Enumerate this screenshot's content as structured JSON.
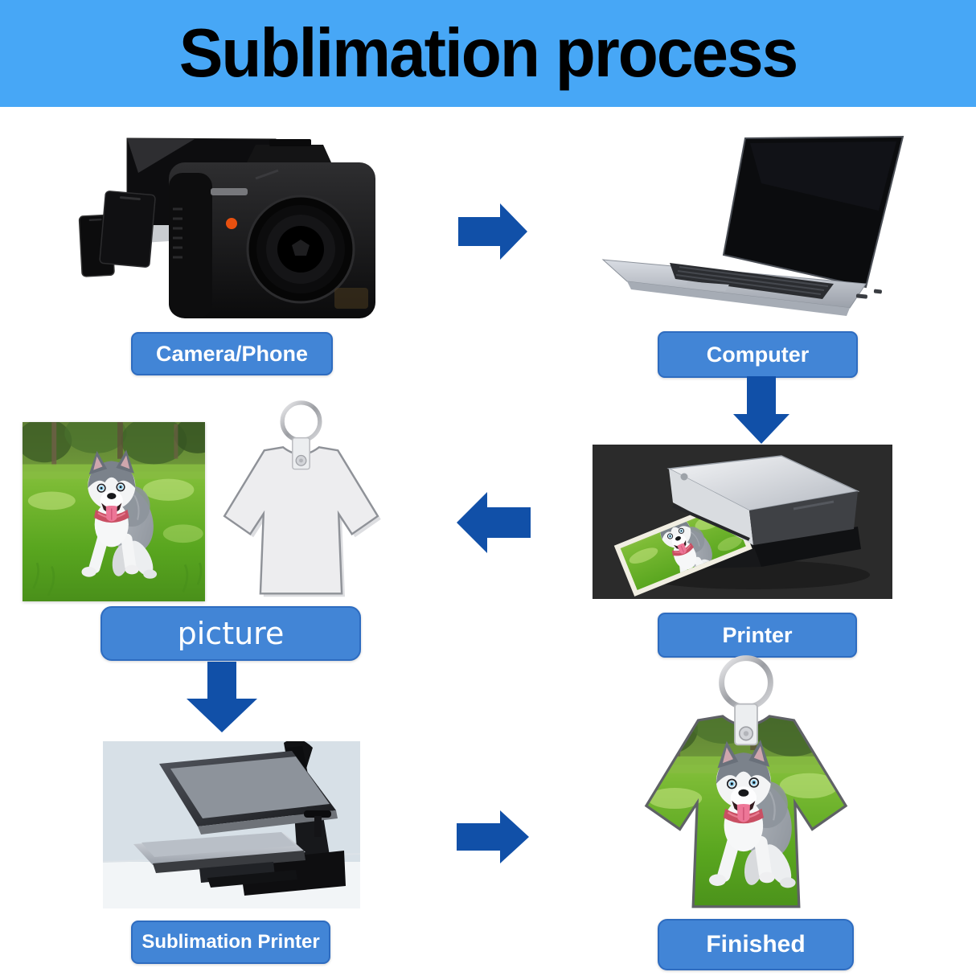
{
  "title": "Sublimation process",
  "colors": {
    "header_bg": "#47a7f6",
    "title_color": "#000000",
    "label_bg": "#4285d6",
    "label_border": "#2e6cc0",
    "label_text": "#ffffff",
    "arrow": "#1150a8",
    "printer_panel_bg": "#2b2b2b",
    "heatpress_panel_bg": "#d7e0e7"
  },
  "steps": {
    "camera": {
      "label": "Camera/Phone"
    },
    "computer": {
      "label": "Computer"
    },
    "printer": {
      "label": "Printer"
    },
    "picture": {
      "label": "picture"
    },
    "sublimation_printer": {
      "label": "Sublimation Printer"
    },
    "finished": {
      "label": "Finished"
    }
  },
  "icons": {
    "arrows": [
      "arrow-right-icon",
      "arrow-down-icon",
      "arrow-left-icon",
      "arrow-down-icon",
      "arrow-right-icon"
    ],
    "illustrations": [
      "camera-and-devices",
      "laptop-computer",
      "inkjet-printer-printing-dog-photo",
      "husky-puppy-photo",
      "blank-tshirt-keychain",
      "heat-press-machine",
      "printed-tshirt-keychain"
    ]
  }
}
